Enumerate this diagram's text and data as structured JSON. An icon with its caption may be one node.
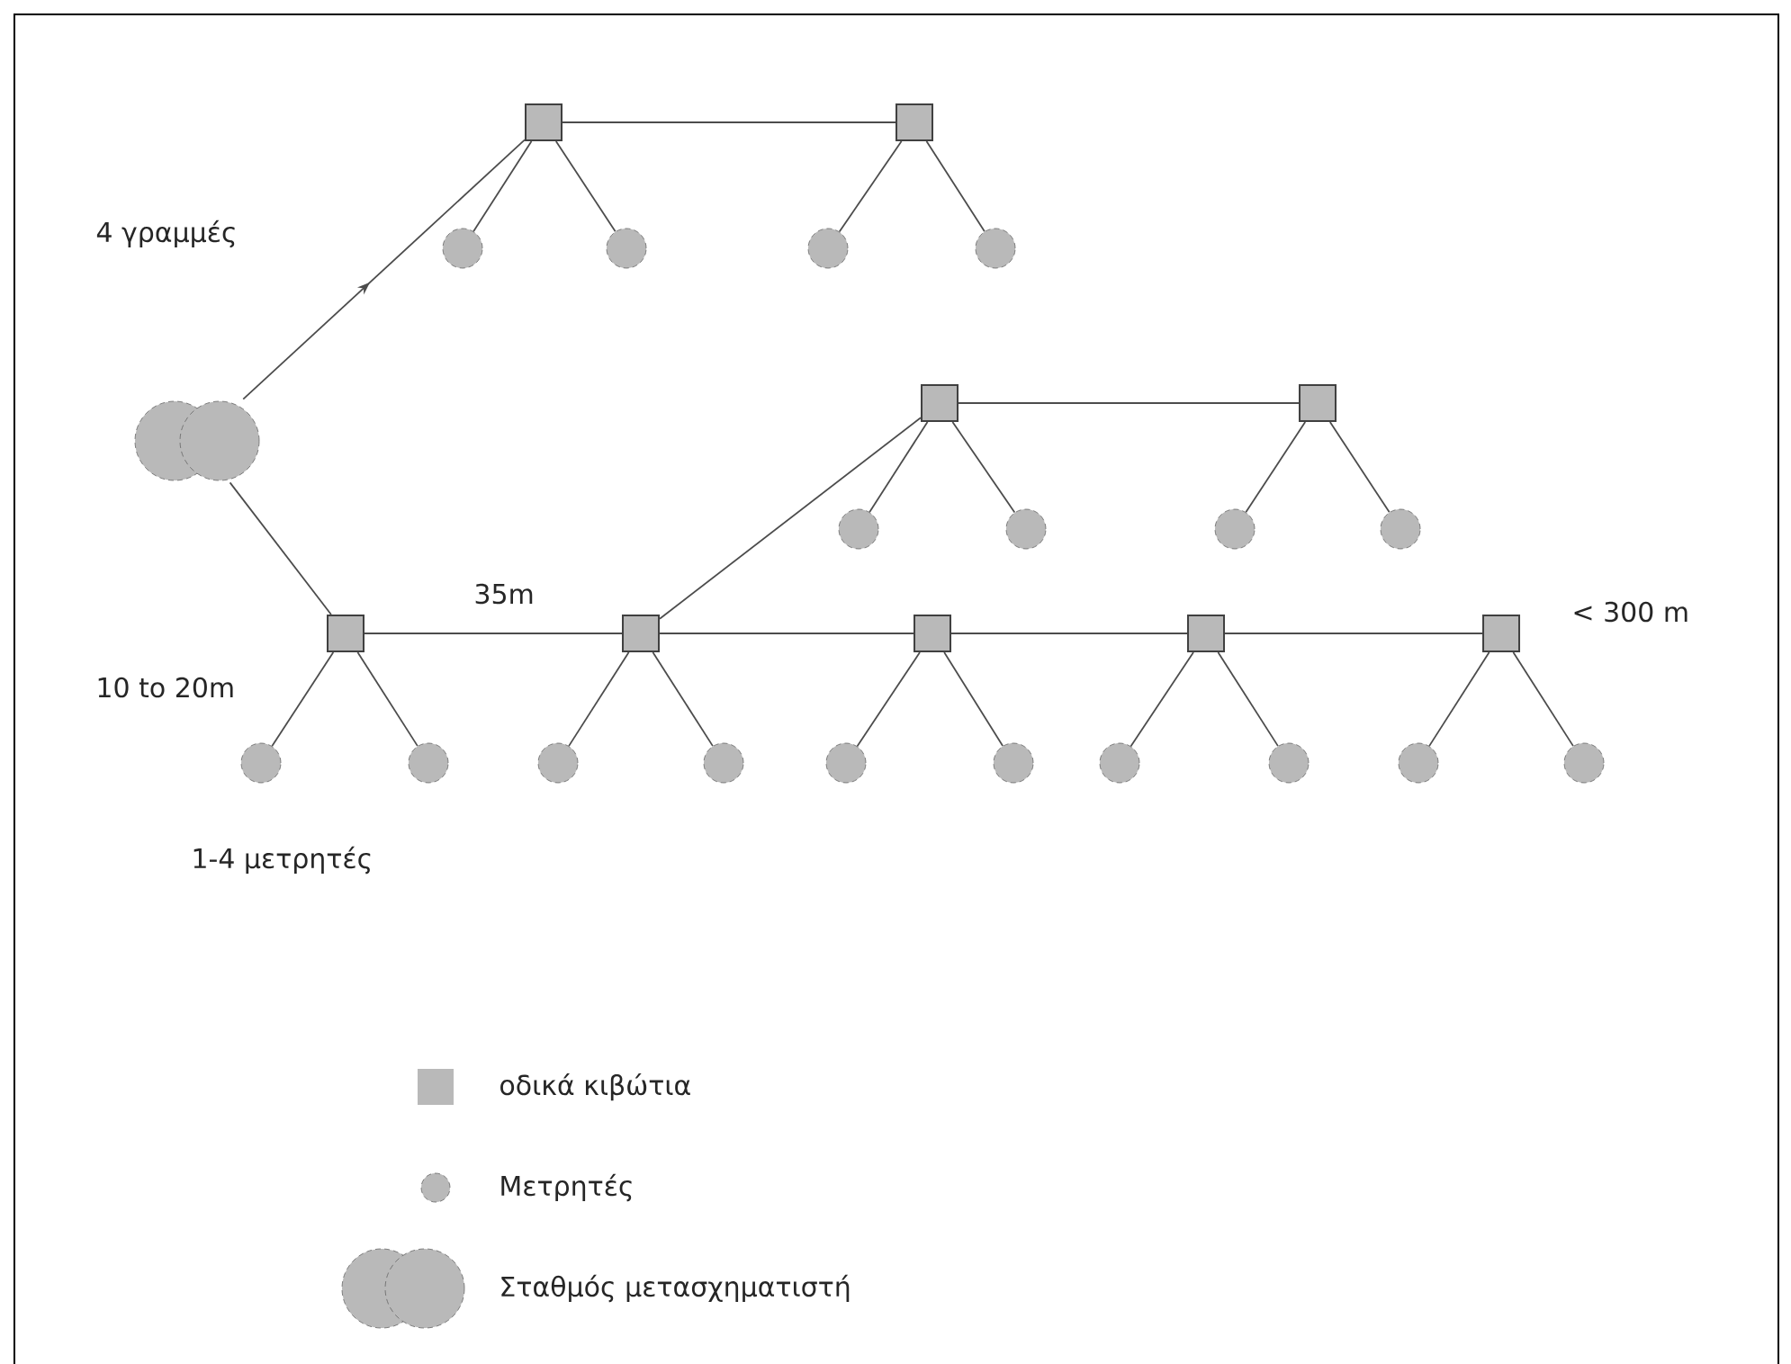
{
  "diagram": {
    "nodes": [
      {
        "text": [],
        "shape": "circle"
      },
      {
        "text": [],
        "shape": "box"
      },
      {
        "text": [],
        "shape": "box"
      },
      {
        "text": [],
        "shape": "circle"
      },
      {
        "text": [],
        "shape": "circle"
      },
      {
        "text": [],
        "shape": "circle"
      },
      {
        "text": [],
        "shape": "circle"
      },
      {
        "text": [],
        "shape": "box"
      },
      {
        "text": [],
        "shape": "box"
      },
      {
        "text": [],
        "shape": "circle"
      },
      {
        "text": [],
        "shape": "circle"
      },
      {
        "text": [],
        "shape": "circle"
      },
      {
        "text": [],
        "shape": "circle"
      },
      {
        "text": [],
        "shape": "box"
      },
      {
        "text": [],
        "shape": "box"
      },
      {
        "text": [],
        "shape": "box"
      },
      {
        "text": [],
        "shape": "box"
      },
      {
        "text": [],
        "shape": "box"
      },
      {
        "text": [],
        "shape": "circle"
      },
      {
        "text": [],
        "shape": "circle"
      },
      {
        "text": [],
        "shape": "circle"
      },
      {
        "text": [],
        "shape": "circle"
      },
      {
        "text": [],
        "shape": "circle"
      },
      {
        "text": [],
        "shape": "circle"
      },
      {
        "text": [],
        "shape": "circle"
      },
      {
        "text": [],
        "shape": "circle"
      },
      {
        "text": [],
        "shape": "circle"
      },
      {
        "text": [],
        "shape": "circle"
      }
    ],
    "edges": [
      {
        "from": 0,
        "to": 1,
        "arrow": "to"
      },
      {
        "from": 1,
        "to": 2,
        "arrow": "none"
      },
      {
        "from": 1,
        "to": 3,
        "arrow": "none"
      },
      {
        "from": 1,
        "to": 4,
        "arrow": "none"
      },
      {
        "from": 2,
        "to": 5,
        "arrow": "none"
      },
      {
        "from": 2,
        "to": 6,
        "arrow": "none"
      },
      {
        "from": 7,
        "to": 8,
        "arrow": "none"
      },
      {
        "from": 7,
        "to": 9,
        "arrow": "none"
      },
      {
        "from": 7,
        "to": 10,
        "arrow": "none"
      },
      {
        "from": 8,
        "to": 11,
        "arrow": "none"
      },
      {
        "from": 8,
        "to": 12,
        "arrow": "none"
      },
      {
        "from": 0,
        "to": 13,
        "arrow": "none"
      },
      {
        "from": 13,
        "to": 14,
        "arrow": "none"
      },
      {
        "from": 14,
        "to": 15,
        "arrow": "none"
      },
      {
        "from": 15,
        "to": 16,
        "arrow": "none"
      },
      {
        "from": 16,
        "to": 17,
        "arrow": "none"
      },
      {
        "from": 14,
        "to": 7,
        "arrow": "none"
      },
      {
        "from": 13,
        "to": 18,
        "arrow": "none"
      },
      {
        "from": 13,
        "to": 19,
        "arrow": "none"
      },
      {
        "from": 14,
        "to": 20,
        "arrow": "none"
      },
      {
        "from": 14,
        "to": 21,
        "arrow": "none"
      },
      {
        "from": 15,
        "to": 22,
        "arrow": "none"
      },
      {
        "from": 15,
        "to": 23,
        "arrow": "none"
      },
      {
        "from": 16,
        "to": 24,
        "arrow": "none"
      },
      {
        "from": 16,
        "to": 25,
        "arrow": "none"
      },
      {
        "from": 17,
        "to": 26,
        "arrow": "none"
      },
      {
        "from": 17,
        "to": 27,
        "arrow": "none"
      }
    ],
    "labels": [
      "4 γραμμές",
      "35m",
      "< 300 m",
      "10 to 20m",
      "1-4 μετρητές"
    ],
    "legend": [
      {
        "text": "οδικά κιβώτια"
      },
      {
        "text": "Μετρητές"
      },
      {
        "text": "Σταθμός μετασχηματιστή"
      }
    ]
  }
}
